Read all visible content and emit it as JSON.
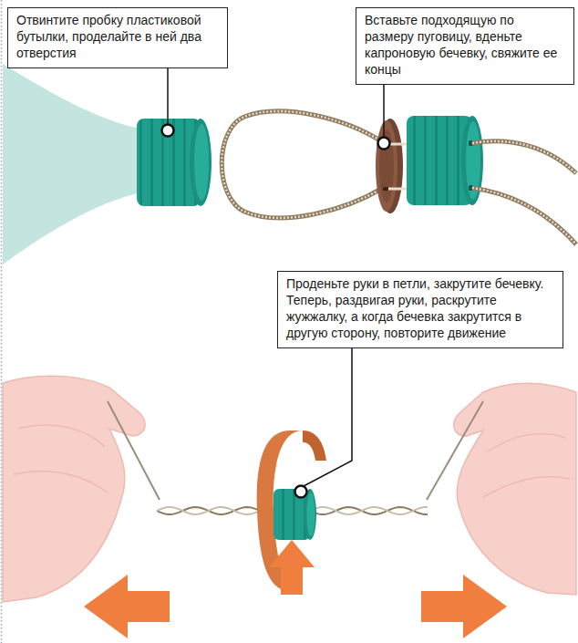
{
  "diagram": {
    "nodes": [
      {
        "text": [
          "Отвинтите пробку пластиковой бутылки, проделайте в ней два отверстия"
        ]
      },
      {
        "text": [
          "Вставьте подходящую по размеру пуговицу, вденьте капроновую бечевку, свяжите ее концы"
        ]
      },
      {
        "text": [
          "Проденьте руки в петли, закрутите бечевку. Теперь, раздвигая руки, раскрутите жужжалку, а когда бечевка закрутится в другую сторону, повторите движение"
        ]
      }
    ]
  }
}
